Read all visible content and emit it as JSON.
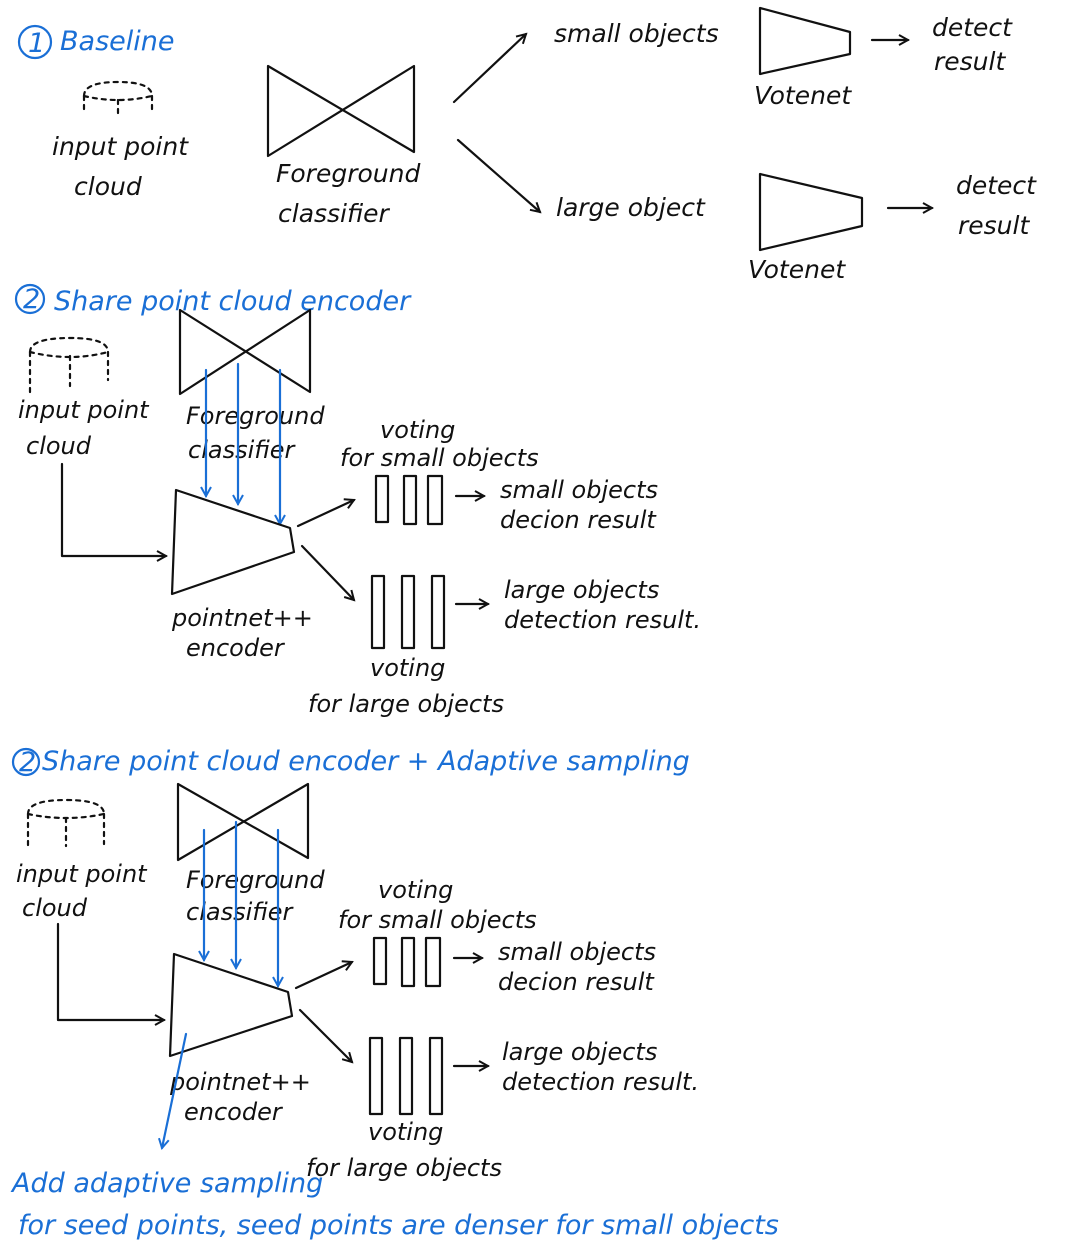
{
  "colors": {
    "ink": "#111111",
    "accent": "#1a6fd6"
  },
  "section1": {
    "heading_num": "1",
    "heading": "Baseline",
    "input_line1": "input point",
    "input_line2": "cloud",
    "classifier_line1": "Foreground",
    "classifier_line2": "classifier",
    "small_label": "small objects",
    "large_label": "large object",
    "votenet_top": "Votenet",
    "votenet_bottom": "Votenet",
    "result_top_line1": "detect",
    "result_top_line2": "result",
    "result_bottom_line1": "detect",
    "result_bottom_line2": "result"
  },
  "section2": {
    "heading_num": "2",
    "heading": "Share point cloud encoder",
    "input_line1": "input point",
    "input_line2": "cloud",
    "classifier_line1": "Foreground",
    "classifier_line2": "classifier",
    "voting_small_line1": "voting",
    "voting_small_line2": "for small objects",
    "small_result_line1": "small objects",
    "small_result_line2": "decion result",
    "large_result_line1": "large objects",
    "large_result_line2": "detection result.",
    "encoder_line1": "pointnet++",
    "encoder_line2": "encoder",
    "voting_large_line1": "voting",
    "voting_large_line2": "for large objects"
  },
  "section3": {
    "heading_num": "2",
    "heading": "Share point cloud encoder + Adaptive sampling",
    "input_line1": "input point",
    "input_line2": "cloud",
    "classifier_line1": "Foreground",
    "classifier_line2": "classifier",
    "voting_small_line1": "voting",
    "voting_small_line2": "for small objects",
    "small_result_line1": "small objects",
    "small_result_line2": "decion result",
    "large_result_line1": "large objects",
    "large_result_line2": "detection result.",
    "encoder_line1": "pointnet++",
    "encoder_line2": "encoder",
    "voting_large_line1": "voting",
    "voting_large_line2": "for large objects",
    "note_line1": "Add adaptive sampling",
    "note_line2": "for seed points, seed points are denser for small objects"
  }
}
